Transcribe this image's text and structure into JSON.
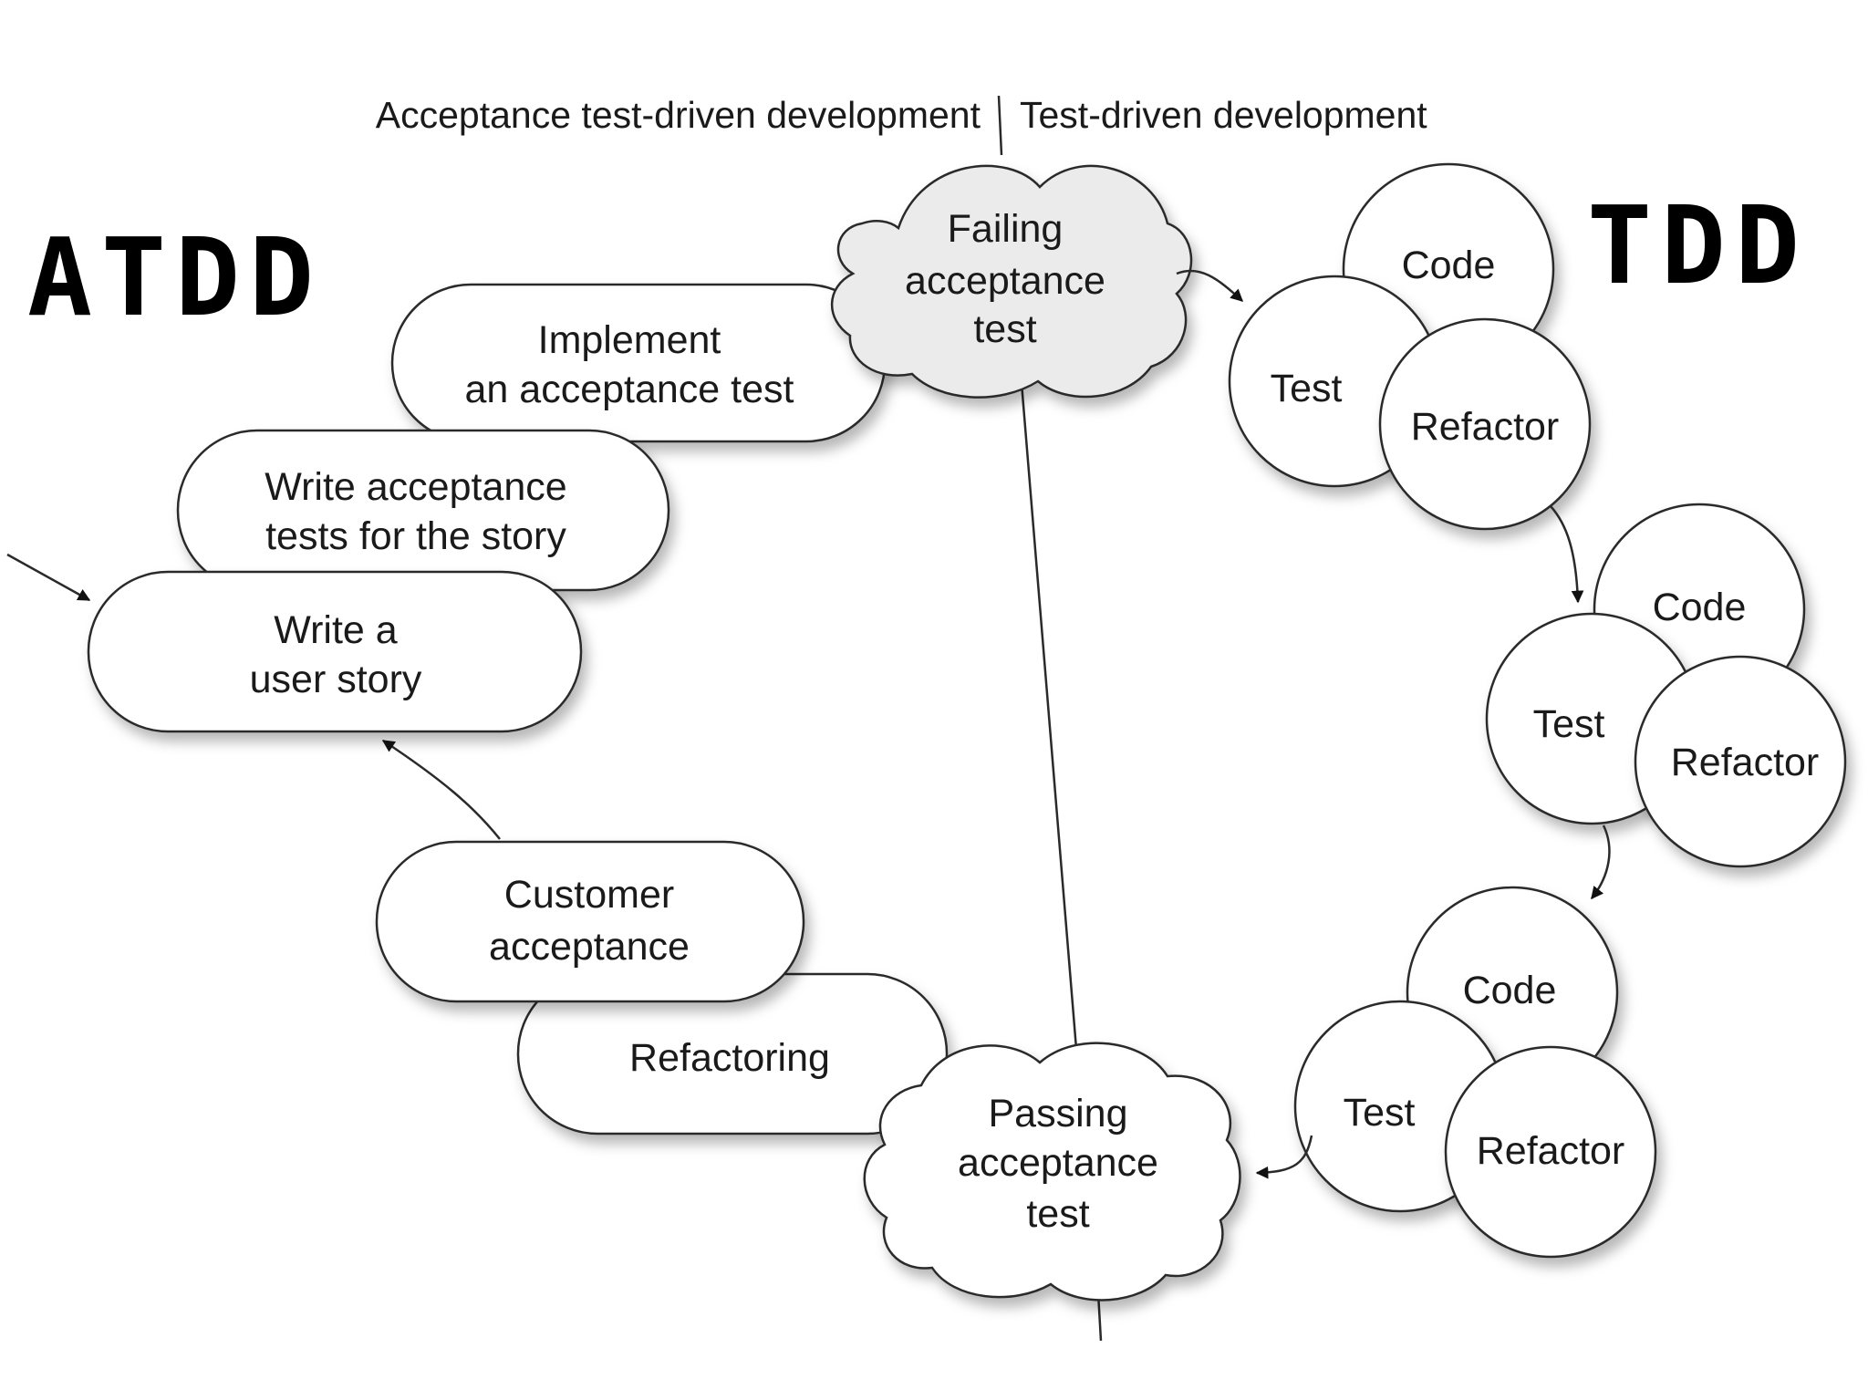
{
  "header": {
    "left": "Acceptance test-driven development",
    "right": "Test-driven development"
  },
  "handwriting": {
    "left": "ATDD",
    "right": "TDD"
  },
  "colors": {
    "failing_cloud_fill": "#ebebeb",
    "passing_cloud_fill": "#ffffff",
    "stroke": "#2a2a2a"
  },
  "atdd_steps": {
    "implement": [
      "Implement",
      "an acceptance test"
    ],
    "write_tests": [
      "Write acceptance",
      "tests for the story"
    ],
    "user_story": [
      "Write a",
      "user story"
    ],
    "customer_acceptance": [
      "Customer",
      "acceptance"
    ],
    "refactoring": [
      "Refactoring"
    ]
  },
  "clouds": {
    "failing": [
      "Failing",
      "acceptance",
      "test"
    ],
    "passing": [
      "Passing",
      "acceptance",
      "test"
    ]
  },
  "tdd_cycles": [
    {
      "code": "Code",
      "test": "Test",
      "refactor": "Refactor"
    },
    {
      "code": "Code",
      "test": "Test",
      "refactor": "Refactor"
    },
    {
      "code": "Code",
      "test": "Test",
      "refactor": "Refactor"
    }
  ]
}
